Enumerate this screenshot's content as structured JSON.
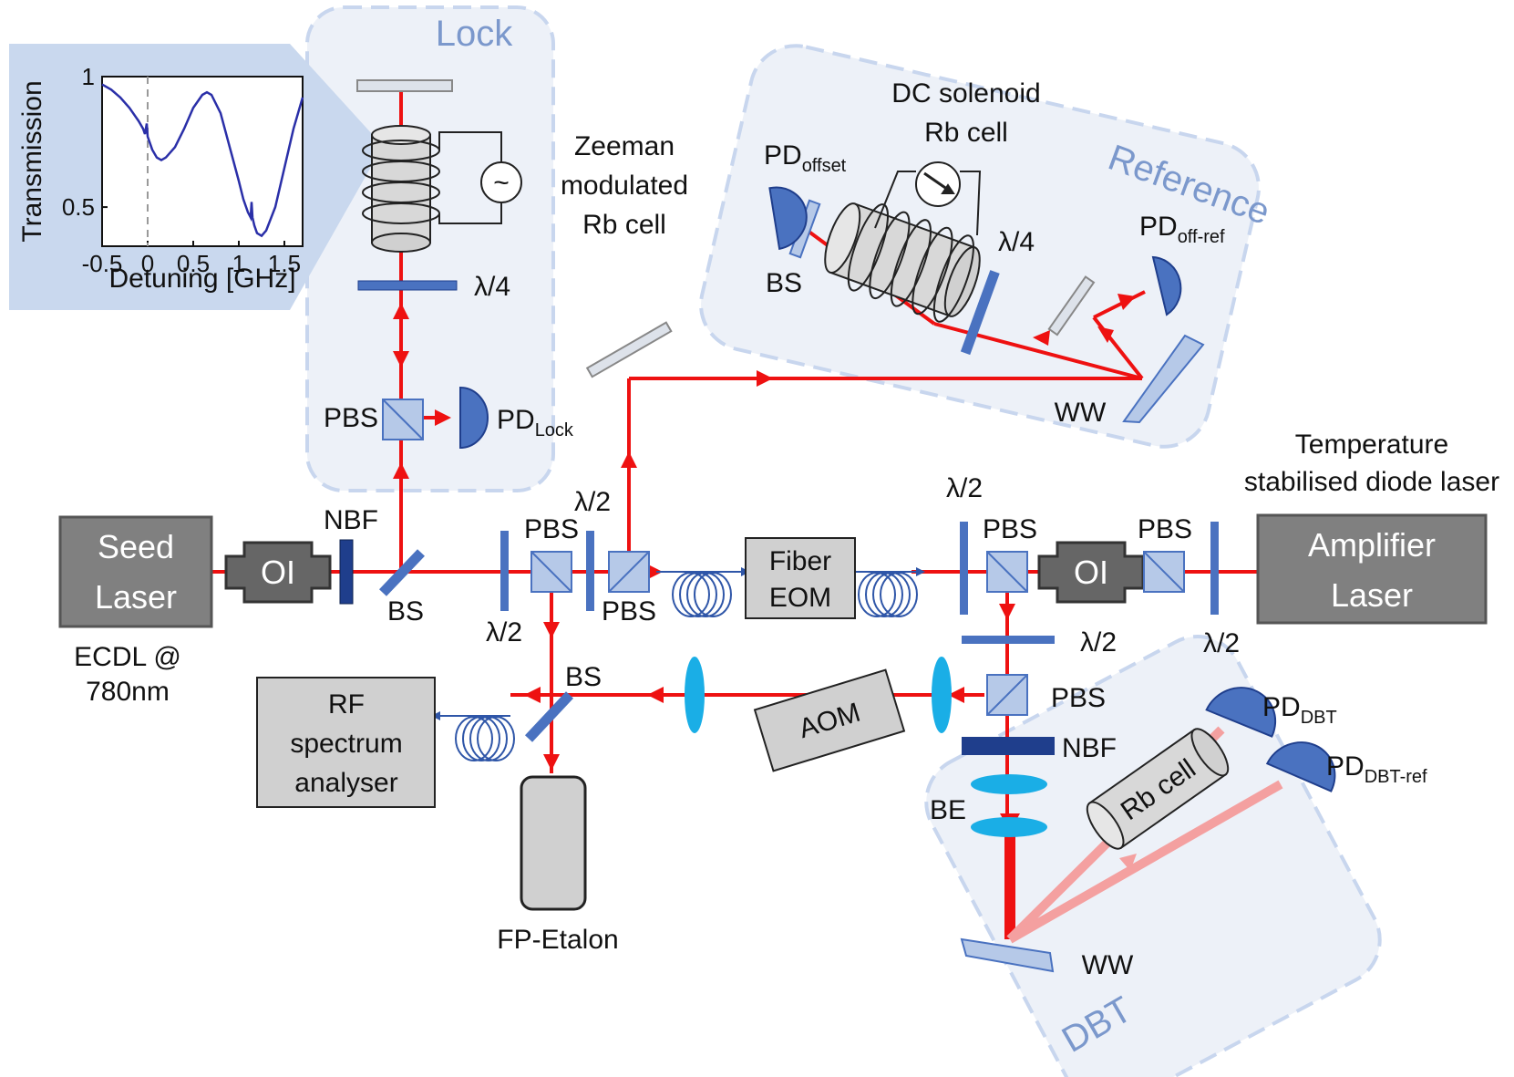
{
  "regions": {
    "lock": "Lock",
    "reference": "Reference",
    "dbt": "DBT"
  },
  "boxes": {
    "seed": [
      "Seed",
      "Laser"
    ],
    "amplifier": [
      "Amplifier",
      "Laser"
    ],
    "oi": "OI",
    "fiber_eom": [
      "Fiber",
      "EOM"
    ],
    "aom": "AOM",
    "rf": [
      "RF",
      "spectrum",
      "analyser"
    ],
    "rb_cell_dbt": "Rb cell"
  },
  "labels": {
    "ecdl": [
      "ECDL @",
      "780nm"
    ],
    "temp_laser": [
      "Temperature",
      "stabilised diode laser"
    ],
    "zeeman": [
      "Zeeman",
      "modulated",
      "Rb cell"
    ],
    "dc_solenoid": [
      "DC solenoid",
      "Rb cell"
    ],
    "fp_etalon": "FP-Etalon",
    "nbf": "NBF",
    "bs": "BS",
    "pbs": "PBS",
    "half_wave": "λ/2",
    "quarter_wave": "λ/4",
    "ww": "WW",
    "be": "BE",
    "pd": "PD",
    "pd_lock_sub": "Lock",
    "pd_offset_sub": "offset",
    "pd_offref_sub": "off-ref",
    "pd_dbt_sub": "DBT",
    "pd_dbtref_sub": "DBT-ref",
    "ac_symbol": "~"
  },
  "inset": {
    "ylabel": "Transmission",
    "xlabel": "Detuning [GHz]",
    "yticks": [
      "1",
      "0.5"
    ],
    "xticks": [
      "-0.5",
      "0",
      "0.5",
      "1",
      "1.5"
    ]
  },
  "chart_data": {
    "type": "line",
    "xlabel": "Detuning [GHz]",
    "ylabel": "Transmission",
    "xlim": [
      -0.5,
      1.7
    ],
    "ylim": [
      0.35,
      1.0
    ],
    "series": [
      {
        "x": [
          -0.5,
          -0.4,
          -0.3,
          -0.2,
          -0.1,
          -0.05,
          -0.03,
          -0.01,
          0.0,
          0.05,
          0.1,
          0.15,
          0.2,
          0.3,
          0.4,
          0.5,
          0.6,
          0.65,
          0.7,
          0.8,
          0.9,
          1.0,
          1.05,
          1.1,
          1.13,
          1.14,
          1.15,
          1.17,
          1.2,
          1.25,
          1.3,
          1.4,
          1.5,
          1.6,
          1.7
        ],
        "y": [
          0.97,
          0.95,
          0.92,
          0.88,
          0.83,
          0.8,
          0.78,
          0.82,
          0.77,
          0.72,
          0.69,
          0.68,
          0.69,
          0.73,
          0.8,
          0.88,
          0.93,
          0.94,
          0.93,
          0.86,
          0.73,
          0.6,
          0.53,
          0.48,
          0.46,
          0.52,
          0.46,
          0.43,
          0.4,
          0.39,
          0.41,
          0.5,
          0.65,
          0.8,
          0.92
        ]
      }
    ],
    "markers": [
      {
        "x": 0,
        "style": "dashed"
      }
    ]
  },
  "colors": {
    "beam": "#ee1111",
    "beam_faint": "#f4a0a0",
    "optic_blue": "#4a72c0",
    "optic_dark": "#1f3e8c",
    "cube_fill": "#b6c9e8",
    "region_fill": "#edf1f8",
    "region_stroke": "#c8d6ee",
    "inset_bg": "#c9d8ee",
    "lens": "#1aaee6",
    "laser_box": "#808080",
    "oi_box": "#666666",
    "panel_box": "#d0d0d0",
    "curve": "#2a2fa8"
  }
}
